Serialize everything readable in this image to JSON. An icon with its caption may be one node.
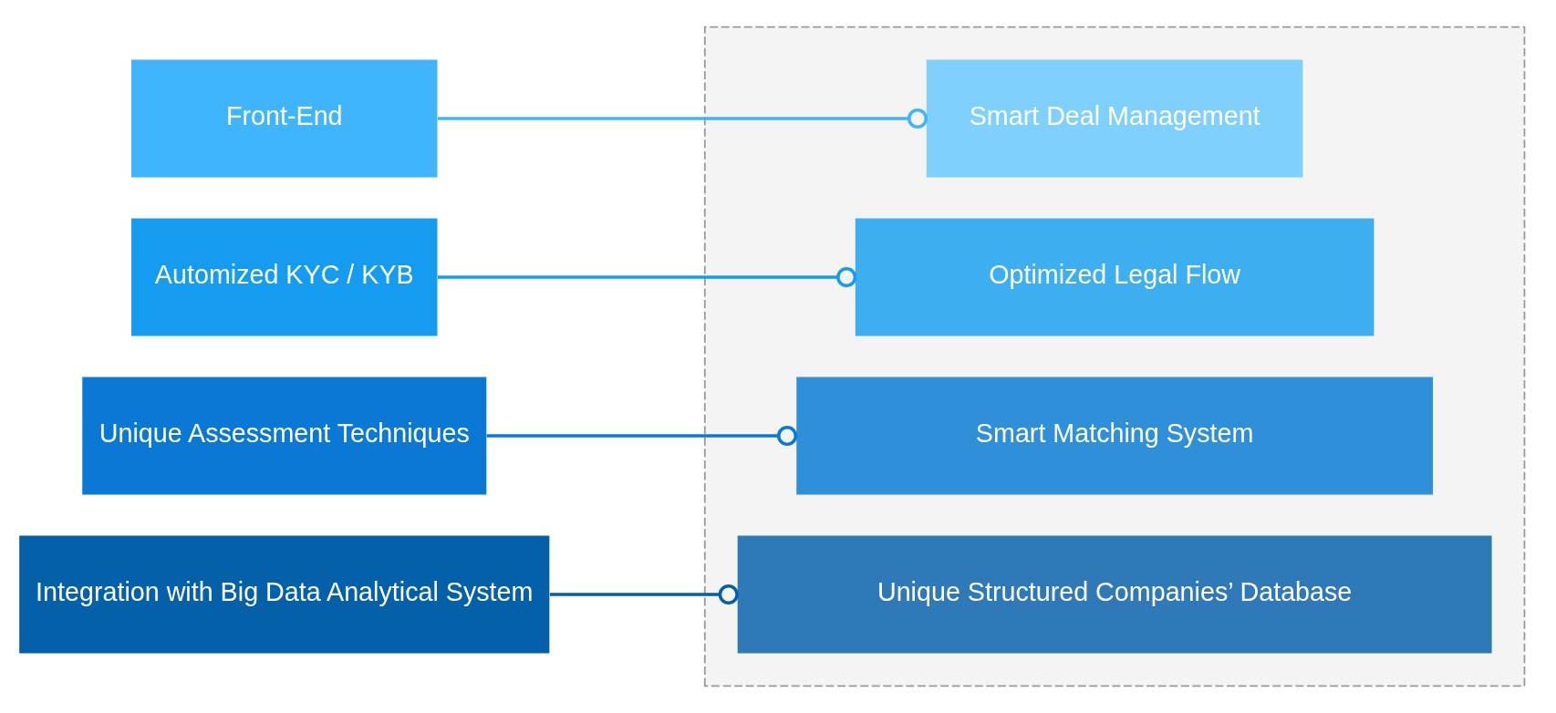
{
  "diagram": {
    "nodes": [
      {
        "text": [
          "Front-End"
        ]
      },
      {
        "text": [
          "Automized KYC / KYB"
        ]
      },
      {
        "text": [
          "Unique Assessment Techniques"
        ]
      },
      {
        "text": [
          "Integration with Big Data Analytical System"
        ]
      },
      {
        "text": [],
        "shape": "box"
      },
      {
        "text": [
          "Smart Deal Management"
        ],
        "in": 4
      },
      {
        "text": [
          "Optimized Legal Flow"
        ],
        "in": 4
      },
      {
        "text": [
          "Smart Matching System"
        ],
        "in": 4
      },
      {
        "text": [
          "Unique Structured Companies’ Database"
        ],
        "in": 4
      }
    ],
    "edges": [
      {
        "from": 0,
        "to": 5,
        "arrow": "other",
        "color": "#40b4fc"
      },
      {
        "from": 1,
        "to": 6,
        "arrow": "other",
        "color": "#159cf0"
      },
      {
        "from": 2,
        "to": 7,
        "arrow": "other",
        "color": "#0a78d4"
      },
      {
        "from": 3,
        "to": 8,
        "arrow": "other",
        "color": "#0560aa"
      }
    ]
  }
}
